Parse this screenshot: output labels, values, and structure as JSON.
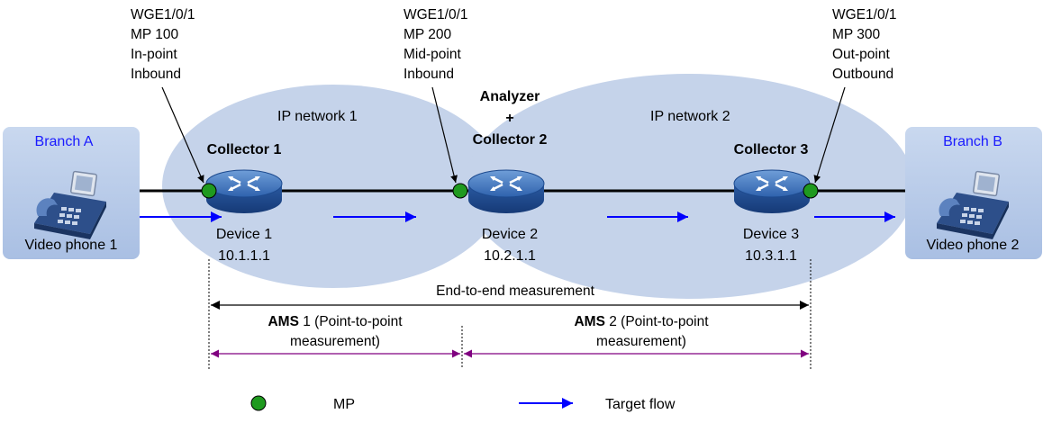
{
  "colors": {
    "cloud": "#c5d3ea",
    "branch": "#b9cbe8",
    "mp_dot": "#1f9a1f",
    "flow_arrow": "#0000ff",
    "segment_arrow": "#800080",
    "line": "#000000"
  },
  "mp_labels": [
    {
      "lines": [
        "WGE1/0/1",
        "MP 100",
        "In-point",
        "Inbound"
      ]
    },
    {
      "lines": [
        "WGE1/0/1",
        "MP 200",
        "Mid-point",
        "Inbound"
      ]
    },
    {
      "lines": [
        "WGE1/0/1",
        "MP 300",
        "Out-point",
        "Outbound"
      ]
    }
  ],
  "networks": [
    "IP network 1",
    "IP network 2"
  ],
  "analyzer": {
    "line1": "Analyzer",
    "line2": "+"
  },
  "branches": [
    {
      "name": "Branch A",
      "device": "Video phone 1",
      "icon": "video-phone-icon"
    },
    {
      "name": "Branch B",
      "device": "Video phone 2",
      "icon": "video-phone-icon"
    }
  ],
  "devices": [
    {
      "role": "Collector 1",
      "name": "Device 1",
      "ip": "10.1.1.1",
      "icon": "router-icon"
    },
    {
      "role": "Collector 2",
      "name": "Device 2",
      "ip": "10.2.1.1",
      "icon": "router-icon"
    },
    {
      "role": "Collector 3",
      "name": "Device 3",
      "ip": "10.3.1.1",
      "icon": "router-icon"
    }
  ],
  "measurements": {
    "end_to_end": "End-to-end measurement",
    "ams1": {
      "bold": "AMS",
      "rest": " 1 (Point-to-point",
      "line2": "measurement)"
    },
    "ams2": {
      "bold": "AMS",
      "rest": " 2 (Point-to-point",
      "line2": "measurement)"
    }
  },
  "legend": {
    "mp": "MP",
    "flow": "Target flow"
  }
}
